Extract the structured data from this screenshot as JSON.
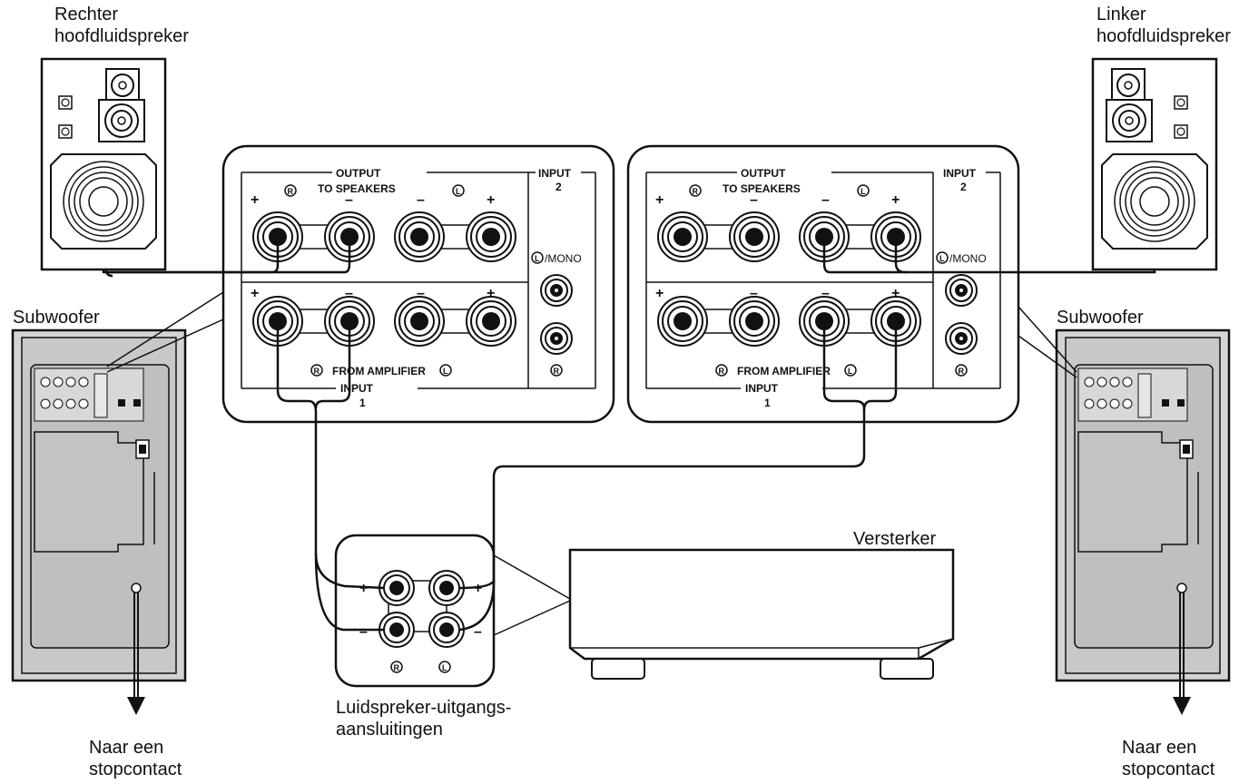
{
  "labels": {
    "right_speaker": [
      "Rechter",
      "hoofdluidspreker"
    ],
    "left_speaker": [
      "Linker",
      "hoofdluidspreker"
    ],
    "subwoofer_left": "Subwoofer",
    "subwoofer_right": "Subwoofer",
    "amplifier": "Versterker",
    "amp_outputs": [
      "Luidspreker-uitgangs-",
      "aansluitingen"
    ],
    "outlet_left": [
      "Naar een",
      "stopcontact"
    ],
    "outlet_right": [
      "Naar een",
      "stopcontact"
    ]
  },
  "panel": {
    "output": "OUTPUT",
    "to_speakers": "TO SPEAKERS",
    "input2": "INPUT",
    "input2_num": "2",
    "mono": "/MONO",
    "from_amplifier": "FROM AMPLIFIER",
    "input1": "INPUT",
    "input1_num": "1",
    "plus": "+",
    "minus": "–",
    "r": "R",
    "l": "L"
  },
  "colors": {
    "line": "#111111",
    "speaker_fill": "#ffffff",
    "subwoofer_fill": "#cfcfcf",
    "subwoofer_panel": "#bdbdbd"
  }
}
